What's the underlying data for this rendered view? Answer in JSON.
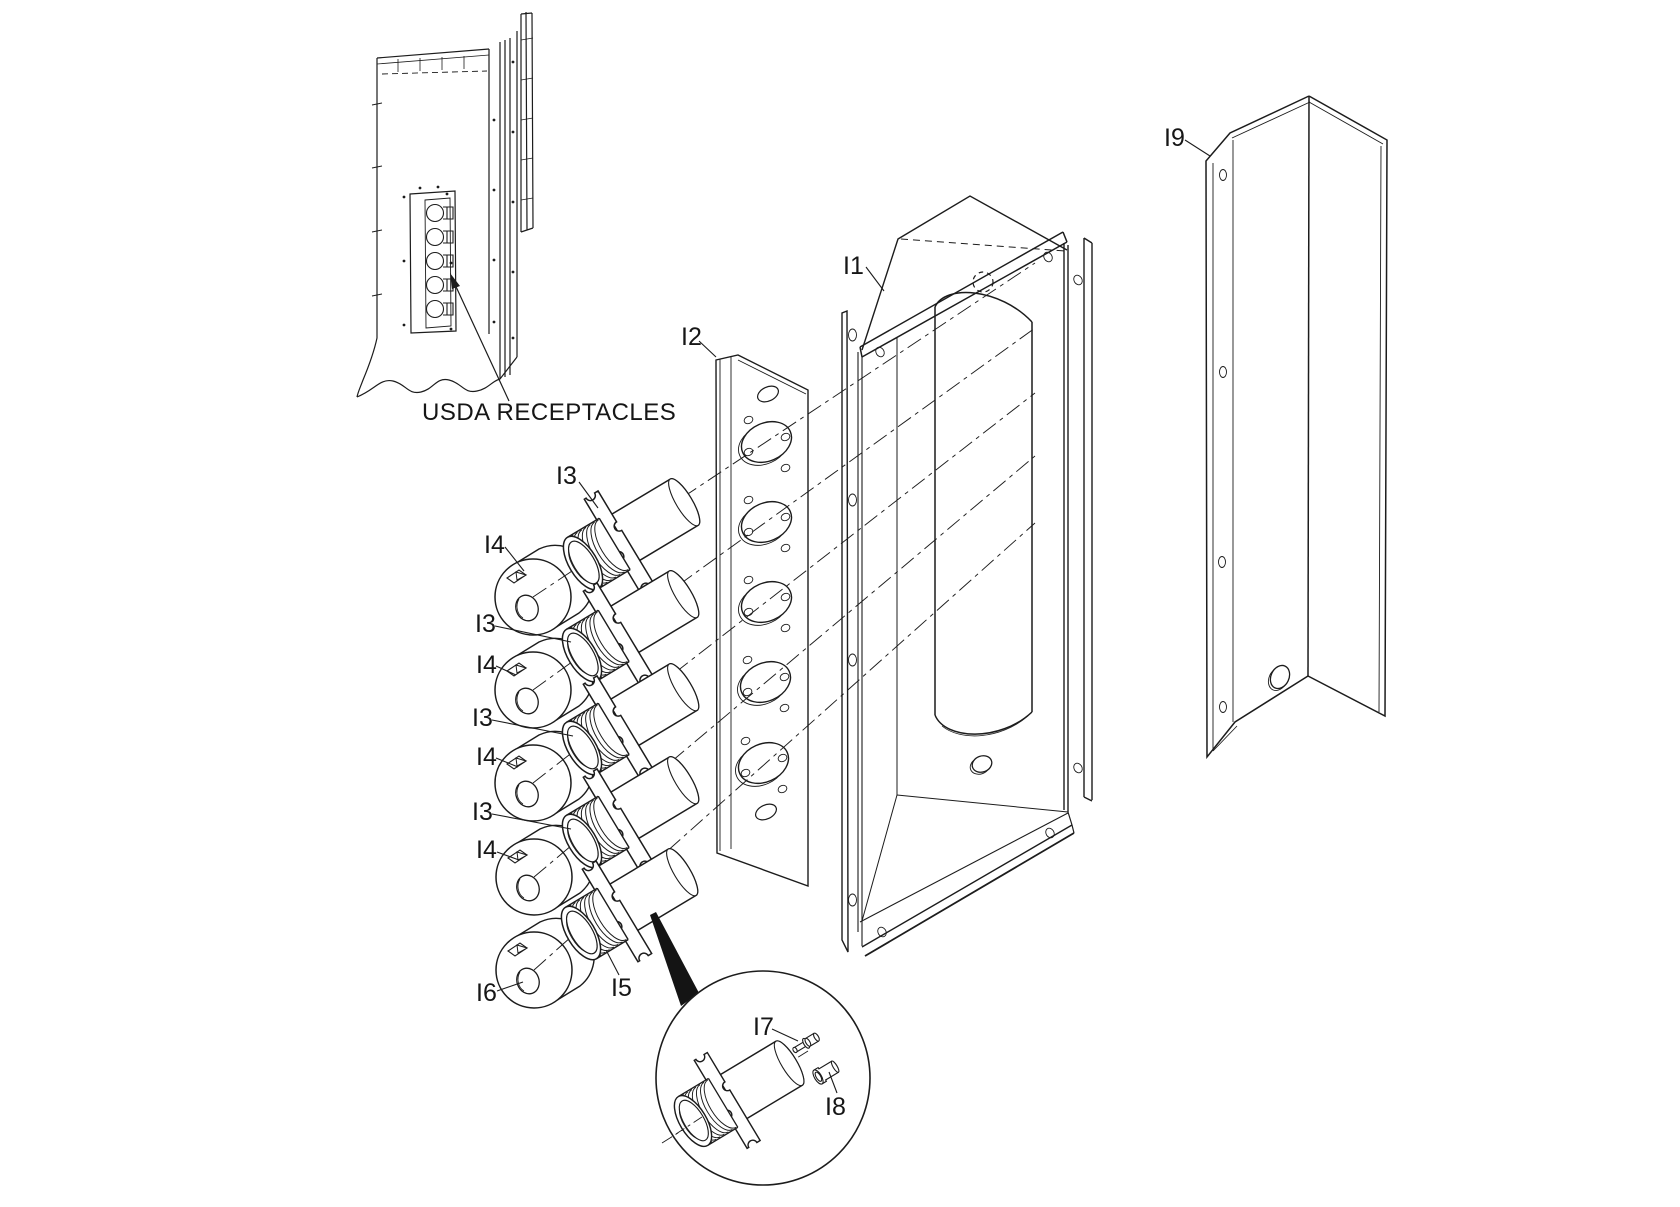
{
  "figure": {
    "caption": "USDA RECEPTACLES",
    "background": "#ffffff",
    "line_color": "#1c1c1c",
    "type": "exploded-parts-diagram"
  },
  "labels": {
    "i1": "I1",
    "i2": "I2",
    "i3": "I3",
    "i4": "I4",
    "i5": "I5",
    "i6": "I6",
    "i7": "I7",
    "i8": "I8",
    "i9": "I9"
  }
}
